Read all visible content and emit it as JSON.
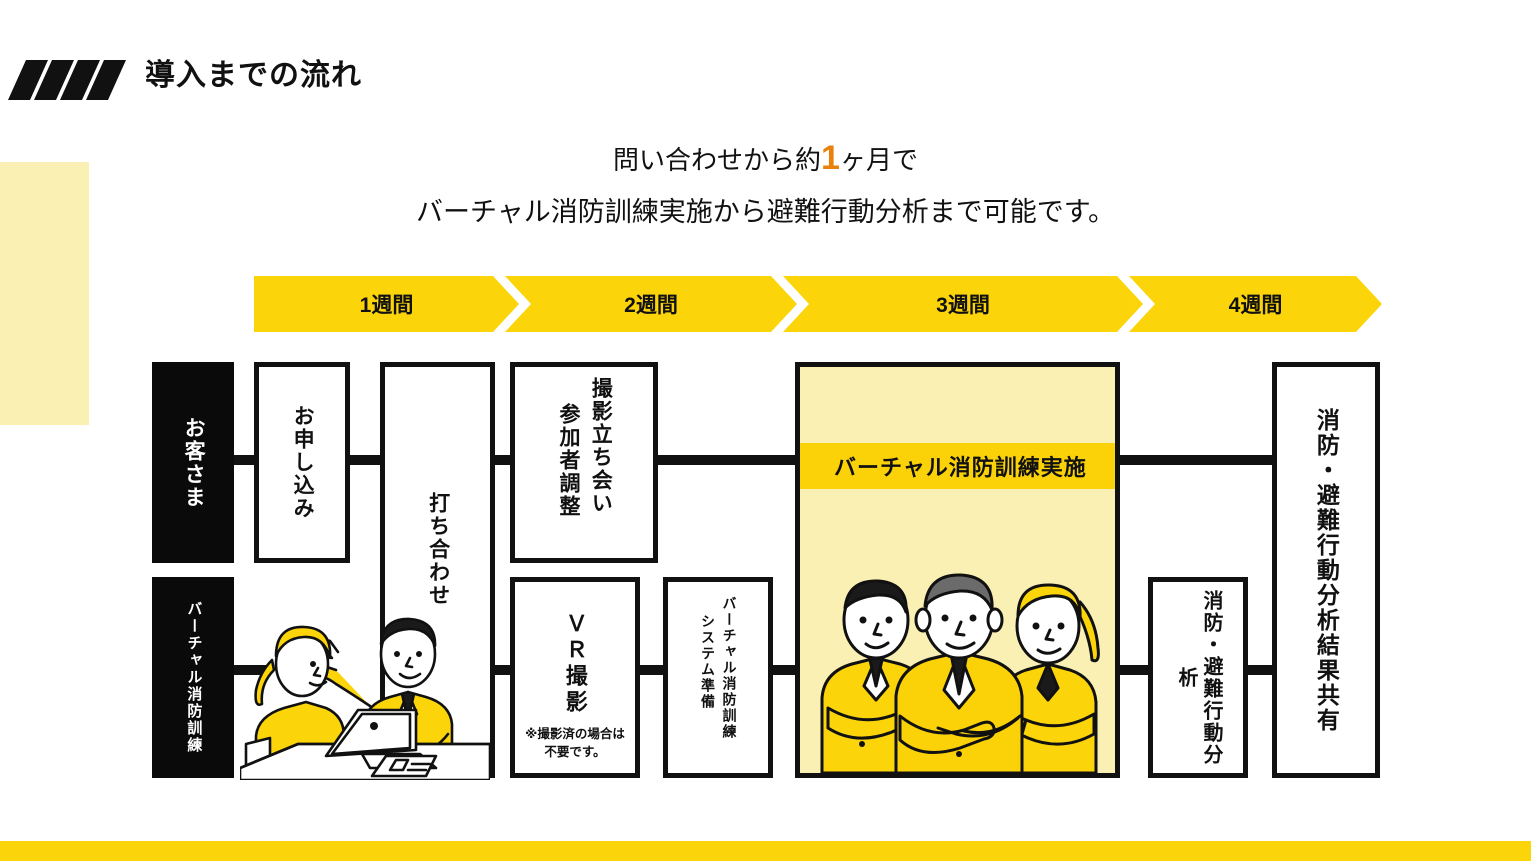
{
  "header": {
    "title": "導入までの流れ",
    "stripe_icon": "diagonal-stripes-icon"
  },
  "subtitle": {
    "line1_before": "問い合わせから約",
    "line1_number": "1",
    "line1_after": "ヶ月で",
    "line2": "バーチャル消防訓練実施から避難行動分析まで可能です。"
  },
  "timeline": {
    "arrows": [
      {
        "label": "1週間"
      },
      {
        "label": "2週間"
      },
      {
        "label": "3週間"
      },
      {
        "label": "4週間"
      }
    ]
  },
  "lanes": [
    {
      "name": "お客さま"
    },
    {
      "name": "バーチャル消防訓練"
    }
  ],
  "steps": {
    "apply": "お申し込み",
    "meeting": "打ち合わせ",
    "shoot_attend": "撮影立ち会い",
    "participant_adjust": "参加者調整",
    "vr_shoot": "ＶＲ撮影",
    "vr_shoot_note_line1": "※撮影済の場合は",
    "vr_shoot_note_line2": "不要です。",
    "system_prep_col1": "バーチャル消防訓練",
    "system_prep_col2": "システム準備",
    "drill_execute": "バーチャル消防訓練実施",
    "analysis": "消防・避難行動分析",
    "share_result": "消防・避難行動分析結果共有"
  },
  "illustrations": {
    "meeting_scene": "two-people-at-desk-illustration",
    "team_scene": "three-people-team-illustration"
  },
  "colors": {
    "accent_yellow": "#FBD40A",
    "panel_yellow": "#FAF0B4",
    "band_gold": "#FAD207",
    "highlight_orange": "#E8820C",
    "ink": "#111111"
  }
}
